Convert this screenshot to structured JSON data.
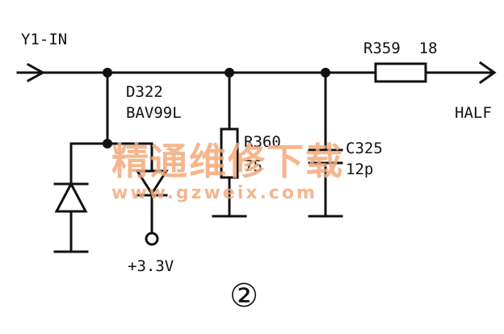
{
  "labels": {
    "input": "Y1-IN",
    "output": "HALF",
    "diode_ref": "D322",
    "diode_part": "BAV99L",
    "r360_ref": "R360",
    "r360_value": "75",
    "c325_ref": "C325",
    "c325_value": "12p",
    "r359": "R359  18",
    "supply": "+3.3V",
    "figure_number": "②"
  },
  "watermark": {
    "cn": "精通维修下载",
    "url": "www.gzweix.com",
    "color": "#f3a97a"
  }
}
